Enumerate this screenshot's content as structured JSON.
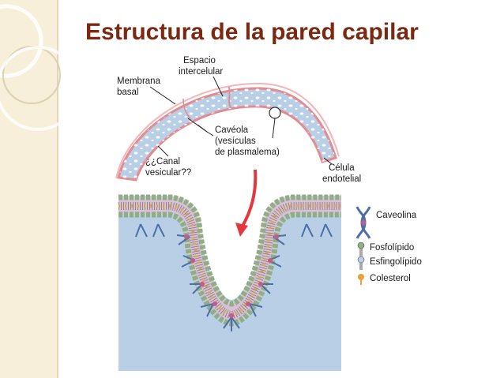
{
  "slide": {
    "title": "Estructura de la pared capilar"
  },
  "labels": {
    "espacio": [
      "Espacio",
      "intercelular"
    ],
    "membrana": [
      "Membrana",
      "basal"
    ],
    "caveola": [
      "Cavéola",
      "(vesículas",
      "de plasmalema)"
    ],
    "canal": [
      "¿¿Canal",
      "vesicular??"
    ],
    "celula": [
      "Célula",
      "endotelial"
    ]
  },
  "legend": {
    "caveolina": "Caveolina",
    "fosfolipido": "Fosfolípido",
    "esfingolipido": "Esfingolípido",
    "colesterol": "Colesterol"
  },
  "colors": {
    "title": "#7a2a12",
    "sidebar": "#f7efd9",
    "cytoplasm": "#b9cfe6",
    "membrane_pink": "#e58a8f",
    "arrow": "#e2383e",
    "lipid_head": "#8fae86",
    "cholesterol": "#e9a23a",
    "caveolin": "#4d6fa8"
  },
  "icons": [
    "caveolin-icon",
    "phospholipid-icon",
    "sphingolipid-icon",
    "cholesterol-icon",
    "down-arrow-icon"
  ]
}
